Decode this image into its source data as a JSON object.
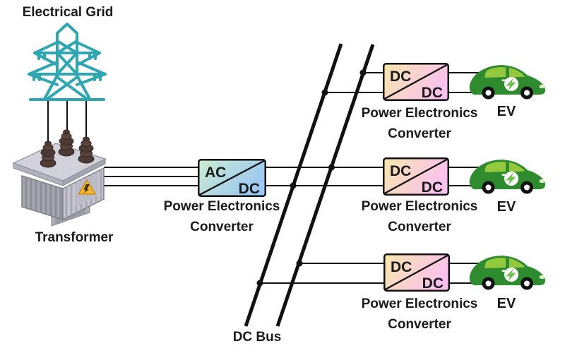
{
  "diagram": {
    "grid_label": "Electrical Grid",
    "transformer_label": "Transformer",
    "dc_bus_label": "DC Bus",
    "main_converter": {
      "input": "AC",
      "output": "DC",
      "caption1": "Power Electronics",
      "caption2": "Converter"
    },
    "ev_branches": [
      {
        "converter": {
          "input": "DC",
          "output": "DC",
          "caption1": "Power Electronics",
          "caption2": "Converter"
        },
        "ev_label": "EV"
      },
      {
        "converter": {
          "input": "DC",
          "output": "DC",
          "caption1": "Power Electronics",
          "caption2": "Converter"
        },
        "ev_label": "EV"
      },
      {
        "converter": {
          "input": "DC",
          "output": "DC",
          "caption1": "Power Electronics",
          "caption2": "Converter"
        },
        "ev_label": "EV"
      }
    ]
  },
  "colors": {
    "line_black": "#111111",
    "tower_teal": "#2fa7b3",
    "car_green": "#2e8b2e",
    "window_green": "#94c93d",
    "bolt_green": "#6cc04a",
    "acdc_gradient_start": "#cbecd0",
    "acdc_gradient_end": "#9cc8f3",
    "dcdc_gradient_start": "#f7e7ab",
    "dcdc_gradient_end": "#fbc1ee",
    "warning_yellow": "#f6b42b"
  }
}
